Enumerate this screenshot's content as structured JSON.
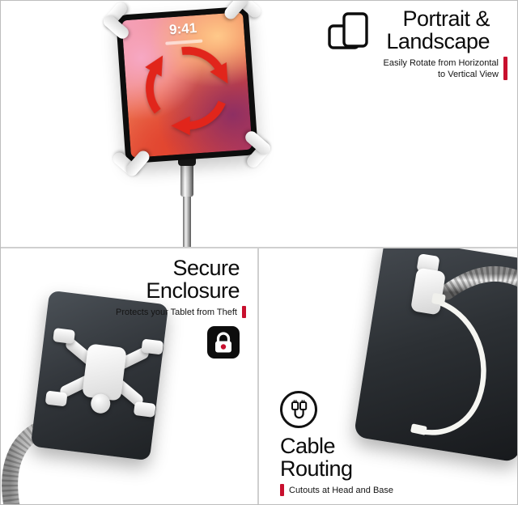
{
  "colors": {
    "accent": "#c8102e",
    "arrow": "#e1251b"
  },
  "icons": {
    "rotate": "portrait-landscape-icon",
    "rotation": "rotation-arrows-icon",
    "secure": "lock-icon",
    "cable": "cable-icon"
  },
  "rotate_panel": {
    "title_line1": "Portrait &",
    "title_line2": "Landscape",
    "subtitle_line1": "Easily Rotate from Horizontal",
    "subtitle_line2": "to Vertical View",
    "tablet_clock": "9:41"
  },
  "secure_panel": {
    "title_line1": "Secure",
    "title_line2": "Enclosure",
    "subtitle": "Protects your Tablet from Theft"
  },
  "cable_panel": {
    "title_line1": "Cable",
    "title_line2": "Routing",
    "subtitle": "Cutouts at Head and Base"
  }
}
